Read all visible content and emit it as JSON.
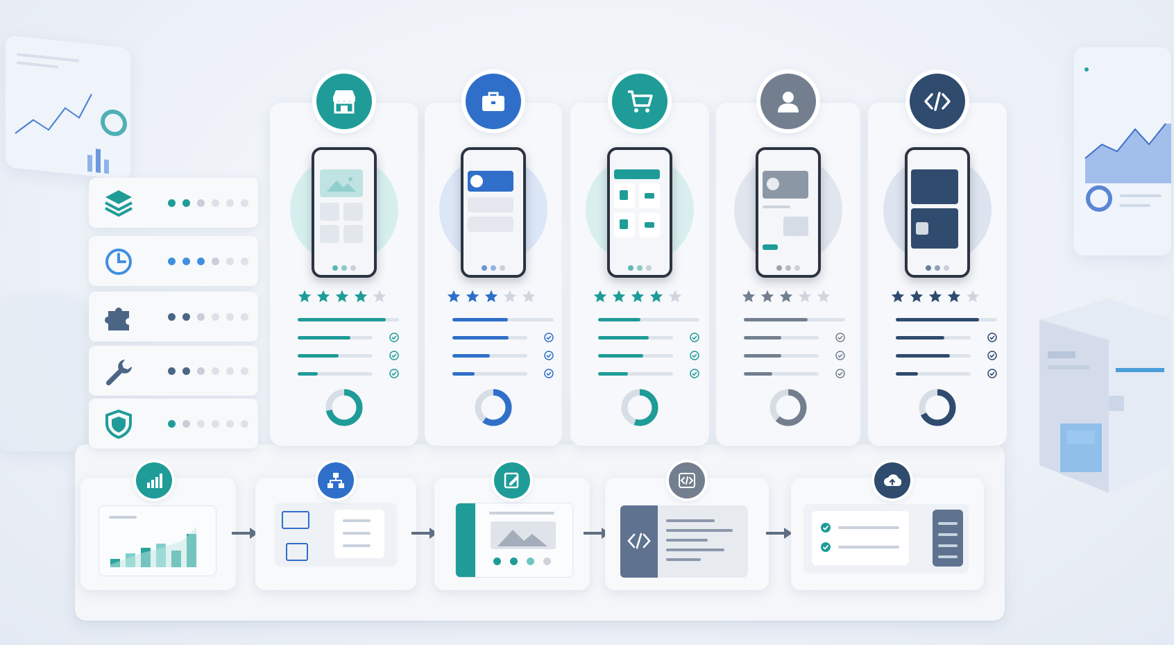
{
  "colors": {
    "teal": "#1f9c98",
    "blue": "#2f6fc9",
    "slate": "#737f8f",
    "navy": "#2f4b6e",
    "background": "#eef2f8"
  },
  "feature_rows": [
    {
      "icon": "layers-icon",
      "color": "#1f9c98",
      "dots_filled": 2
    },
    {
      "icon": "clock-icon",
      "color": "#3f8fe0",
      "dots_filled": 3
    },
    {
      "icon": "puzzle-icon",
      "color": "#4b6585",
      "dots_filled": 2
    },
    {
      "icon": "wrench-icon",
      "color": "#4b6585",
      "dots_filled": 2
    },
    {
      "icon": "shield-icon",
      "color": "#1f9c98",
      "dots_filled": 1
    }
  ],
  "app_columns": [
    {
      "icon": "storefront-icon",
      "color": "#1f9c98",
      "rating": 4,
      "bars": [
        0.87,
        0.7,
        0.55,
        0.27
      ],
      "donut": 0.72
    },
    {
      "icon": "briefcase-icon",
      "color": "#2f6fc9",
      "rating": 3,
      "bars": [
        0.55,
        0.75,
        0.5,
        0.3
      ],
      "donut": 0.6
    },
    {
      "icon": "cart-icon",
      "color": "#1f9c98",
      "rating": 4,
      "bars": [
        0.42,
        0.68,
        0.6,
        0.4
      ],
      "donut": 0.55
    },
    {
      "icon": "user-icon",
      "color": "#737f8f",
      "rating": 3,
      "bars": [
        0.63,
        0.5,
        0.5,
        0.38
      ],
      "donut": 0.62
    },
    {
      "icon": "code-icon",
      "color": "#2f4b6e",
      "rating": 4,
      "bars": [
        0.82,
        0.65,
        0.72,
        0.3
      ],
      "donut": 0.68
    }
  ],
  "pipeline_steps": [
    {
      "icon": "analytics-icon",
      "color": "#1f9c98"
    },
    {
      "icon": "sitemap-icon",
      "color": "#2f6fc9"
    },
    {
      "icon": "design-edit-icon",
      "color": "#1f9c98"
    },
    {
      "icon": "code-window-icon",
      "color": "#737f8f"
    },
    {
      "icon": "cloud-upload-icon",
      "color": "#2f4b6e"
    }
  ]
}
